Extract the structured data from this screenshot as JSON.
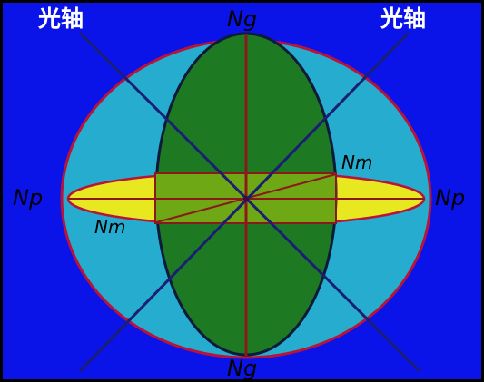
{
  "labels": {
    "optic_axis_left": "光轴",
    "optic_axis_right": "光轴",
    "ng_top": "Ng",
    "ng_bottom": "Ng",
    "np_left": "Np",
    "np_right": "Np",
    "nm_upper": "Nm",
    "nm_lower": "Nm"
  },
  "colors": {
    "background": "#0A14E8",
    "sphere_fill": "#26ACCE",
    "outline": "#B8133A",
    "ng_section_fill": "#1E7A22",
    "np_section_fill": "#E8E820",
    "overlap_fill": "#6EA814",
    "optic_axis_line": "#1B1F73",
    "section_diameter": "#8A1A1A"
  }
}
